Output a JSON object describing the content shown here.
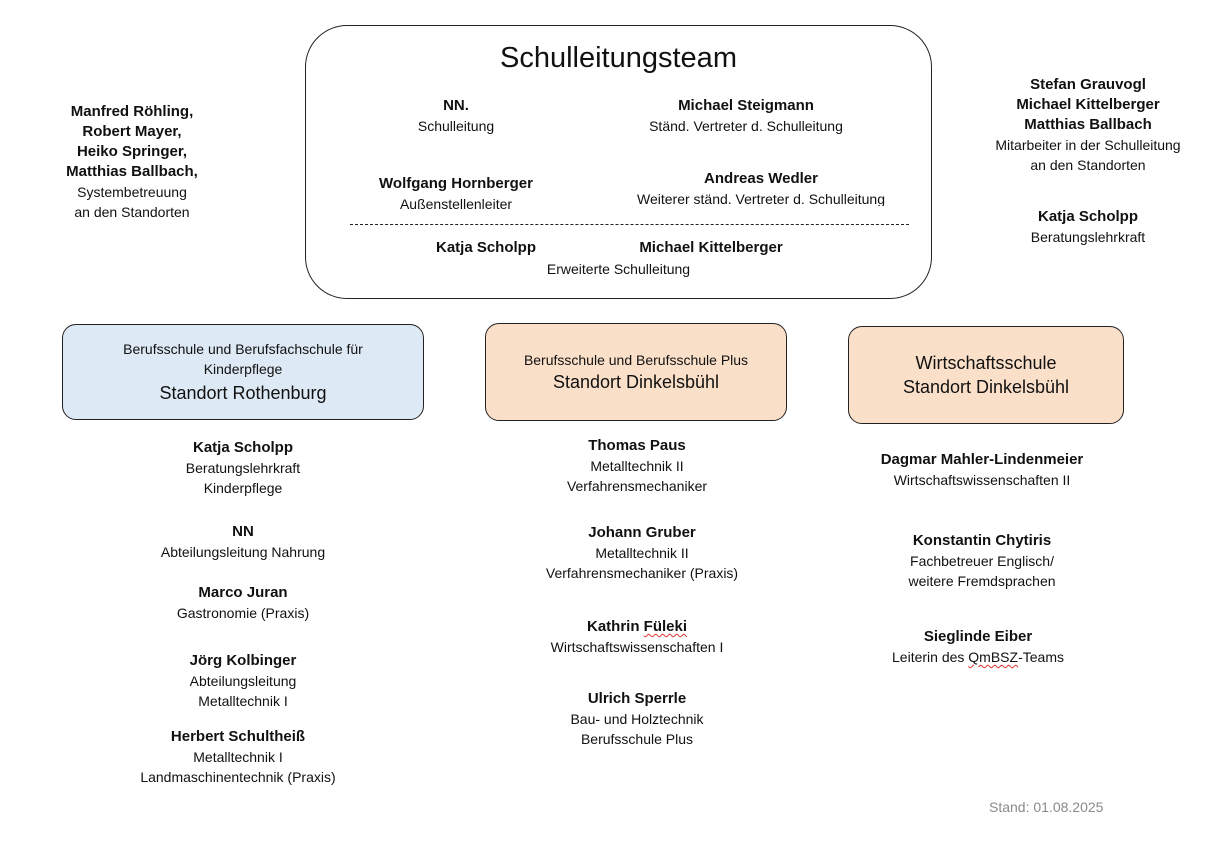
{
  "leadership": {
    "title": "Schulleitungsteam",
    "members": [
      {
        "name": "NN.",
        "role": "Schulleitung"
      },
      {
        "name": "Michael Steigmann",
        "role": "Ständ. Vertreter d. Schulleitung"
      },
      {
        "name": "Wolfgang Hornberger",
        "role": "Außenstellenleiter"
      },
      {
        "name": "Andreas Wedler",
        "role": "Weiterer ständ. Vertreter d. Schulleitung"
      }
    ],
    "extended": {
      "names": [
        "Katja Scholpp",
        "Michael Kittelberger"
      ],
      "role": "Erweiterte Schulleitung"
    }
  },
  "left_side": {
    "names": [
      "Manfred Röhling,",
      "Robert Mayer,",
      "Heiko Springer,",
      "Matthias Ballbach,"
    ],
    "role_lines": [
      "Systembetreuung",
      "an den Standorten"
    ]
  },
  "right_side": {
    "names": [
      "Stefan Grauvogl",
      "Michael Kittelberger",
      "Matthias Ballbach"
    ],
    "role_lines": [
      "Mitarbeiter in der Schulleitung",
      "an den Standorten"
    ],
    "counselor": {
      "name": "Katja Scholpp",
      "role": "Beratungslehrkraft"
    }
  },
  "sites": [
    {
      "sub_lines": [
        "Berufsschule und Berufsfachschule für",
        "Kinderpflege"
      ],
      "main_lines": [
        "Standort Rothenburg"
      ],
      "color": "#dde9f4",
      "staff": [
        {
          "name": "Katja Scholpp",
          "lines": [
            "Beratungslehrkraft",
            "Kinderpflege"
          ]
        },
        {
          "name": "NN",
          "lines": [
            "Abteilungsleitung Nahrung"
          ]
        },
        {
          "name": "Marco Juran",
          "lines": [
            "Gastronomie (Praxis)"
          ]
        },
        {
          "name": "Jörg Kolbinger",
          "lines": [
            "Abteilungsleitung",
            "Metalltechnik I"
          ]
        },
        {
          "name": "Herbert Schultheiß",
          "lines": [
            "Metalltechnik I",
            "Landmaschinentechnik (Praxis)"
          ]
        }
      ]
    },
    {
      "sub_lines": [
        "Berufsschule und Berufsschule Plus"
      ],
      "main_lines": [
        "Standort Dinkelsbühl"
      ],
      "color": "#fbe0c9",
      "staff": [
        {
          "name": "Thomas Paus",
          "lines": [
            "Metalltechnik II",
            "Verfahrensmechaniker"
          ]
        },
        {
          "name": "Johann Gruber",
          "lines": [
            "Metalltechnik II",
            "Verfahrensmechaniker (Praxis)"
          ]
        },
        {
          "name_pre": "Kathrin ",
          "name_wavy": "Füleki",
          "lines": [
            "Wirtschaftswissenschaften I"
          ]
        },
        {
          "name": "Ulrich Sperrle",
          "lines": [
            "Bau- und Holztechnik",
            "Berufsschule Plus"
          ]
        }
      ]
    },
    {
      "sub_lines": [],
      "main_lines": [
        "Wirtschaftsschule",
        "Standort Dinkelsbühl"
      ],
      "color": "#fbe0c9",
      "staff": [
        {
          "name": "Dagmar Mahler-Lindenmeier",
          "lines": [
            "Wirtschaftswissenschaften II"
          ]
        },
        {
          "name": "Konstantin Chytiris",
          "lines": [
            "Fachbetreuer Englisch/",
            "weitere Fremdsprachen"
          ]
        },
        {
          "name": "Sieglinde Eiber",
          "line_pre": "Leiterin des ",
          "line_wavy": "QmBSZ",
          "line_post": "-Teams"
        }
      ]
    }
  ],
  "footer": {
    "stand": "Stand: 01.08.2025"
  }
}
